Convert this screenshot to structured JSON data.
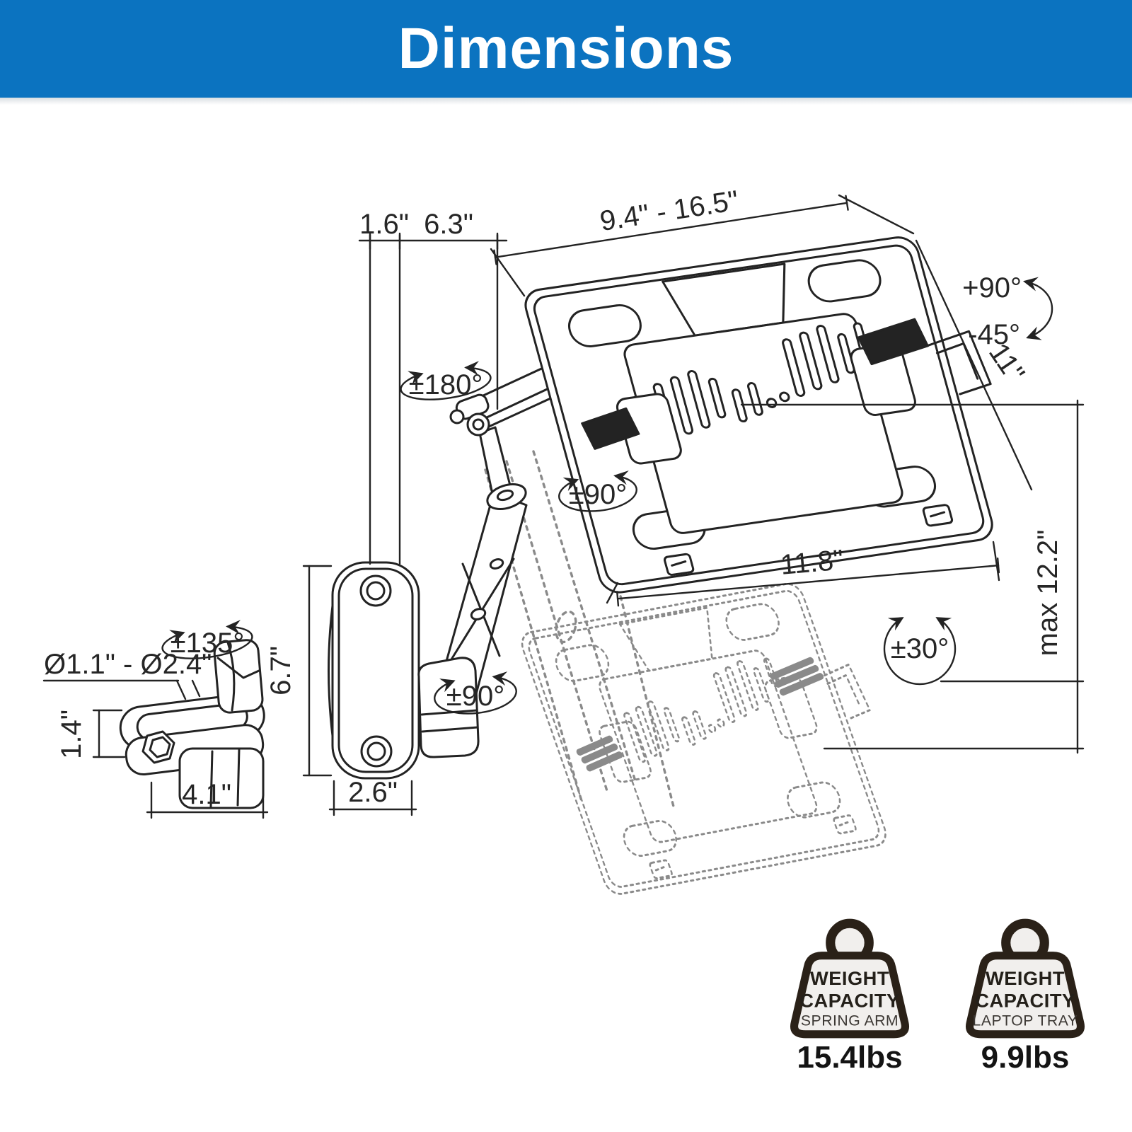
{
  "header": {
    "title": "Dimensions"
  },
  "colors": {
    "header_bg": "#0b73c0",
    "line": "#232323",
    "ghost": "#8a8a8a",
    "badge_outline": "#2a2118",
    "badge_fill": "#f1efed"
  },
  "diagram": {
    "labels": {
      "wall_offset": "1.6\"",
      "arm_reach": "6.3\"",
      "tray_width_range": "9.4\" - 16.5\"",
      "tilt_up": "+90°",
      "tilt_down": "-45°",
      "tray_depth": "11\"",
      "link_swivel": "±180°",
      "tray_swivel": "±90°",
      "tray_bottom_width": "11.8\"",
      "max_height": "max 12.2\"",
      "tray_rotation": "±30°",
      "clamp_swivel": "±135°",
      "pole_diameter": "Ø1.1\" - Ø2.4\"",
      "clamp_height": "1.4\"",
      "clamp_width": "4.1\"",
      "plate_height": "6.7\"",
      "plate_width": "2.6\"",
      "arm_swivel": "±90°"
    }
  },
  "badges": [
    {
      "icon": "weight-icon",
      "title_line1": "WEIGHT",
      "title_line2": "CAPACITY",
      "subtitle": "SPRING ARM",
      "value": "15.4lbs"
    },
    {
      "icon": "weight-icon",
      "title_line1": "WEIGHT",
      "title_line2": "CAPACITY",
      "subtitle": "LAPTOP TRAY",
      "value": "9.9lbs"
    }
  ]
}
